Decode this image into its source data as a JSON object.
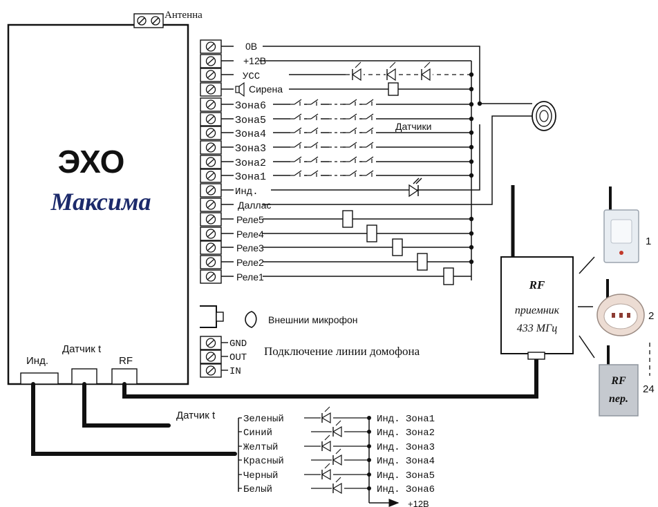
{
  "device": {
    "name": "ЭХО",
    "model": "Максима"
  },
  "antenna_label": "Антенна",
  "terminals": [
    "0В",
    "+12В",
    "УСС",
    "Сирена",
    "Зона6",
    "Зона5",
    "Зона4",
    "Зона3",
    "Зона2",
    "Зона1",
    "Инд.",
    "Даллас",
    "Реле5",
    "Реле4",
    "Реле3",
    "Реле2",
    "Реле1"
  ],
  "sensors_label": "Датчики",
  "external_mic_label": "Внешнии микрофон",
  "intercom_terminals": [
    "GND",
    "OUT",
    "IN"
  ],
  "intercom_label": "Подключение линии домофона",
  "bottom_connectors": [
    "Инд.",
    "Датчик t",
    "RF"
  ],
  "sensor_t_label": "Датчик t",
  "rf_receiver": {
    "title": "RF",
    "line2": "приемник",
    "line3": "433 МГц"
  },
  "wireless_devices": [
    {
      "index": "1",
      "kind": "motion-sensor"
    },
    {
      "index": "2",
      "kind": "smoke-detector"
    },
    {
      "index": "24",
      "kind": "rf-transmitter",
      "line1": "RF",
      "line2": "пер."
    }
  ],
  "wire_colors": [
    "Зеленый",
    "Синий",
    "Желтый",
    "Красный",
    "Черный",
    "Белый"
  ],
  "indicators": [
    "Инд. Зона1",
    "Инд. Зона2",
    "Инд. Зона3",
    "Инд. Зона4",
    "Инд. Зона5",
    "Инд. Зона6"
  ],
  "supply_label": "+12В"
}
